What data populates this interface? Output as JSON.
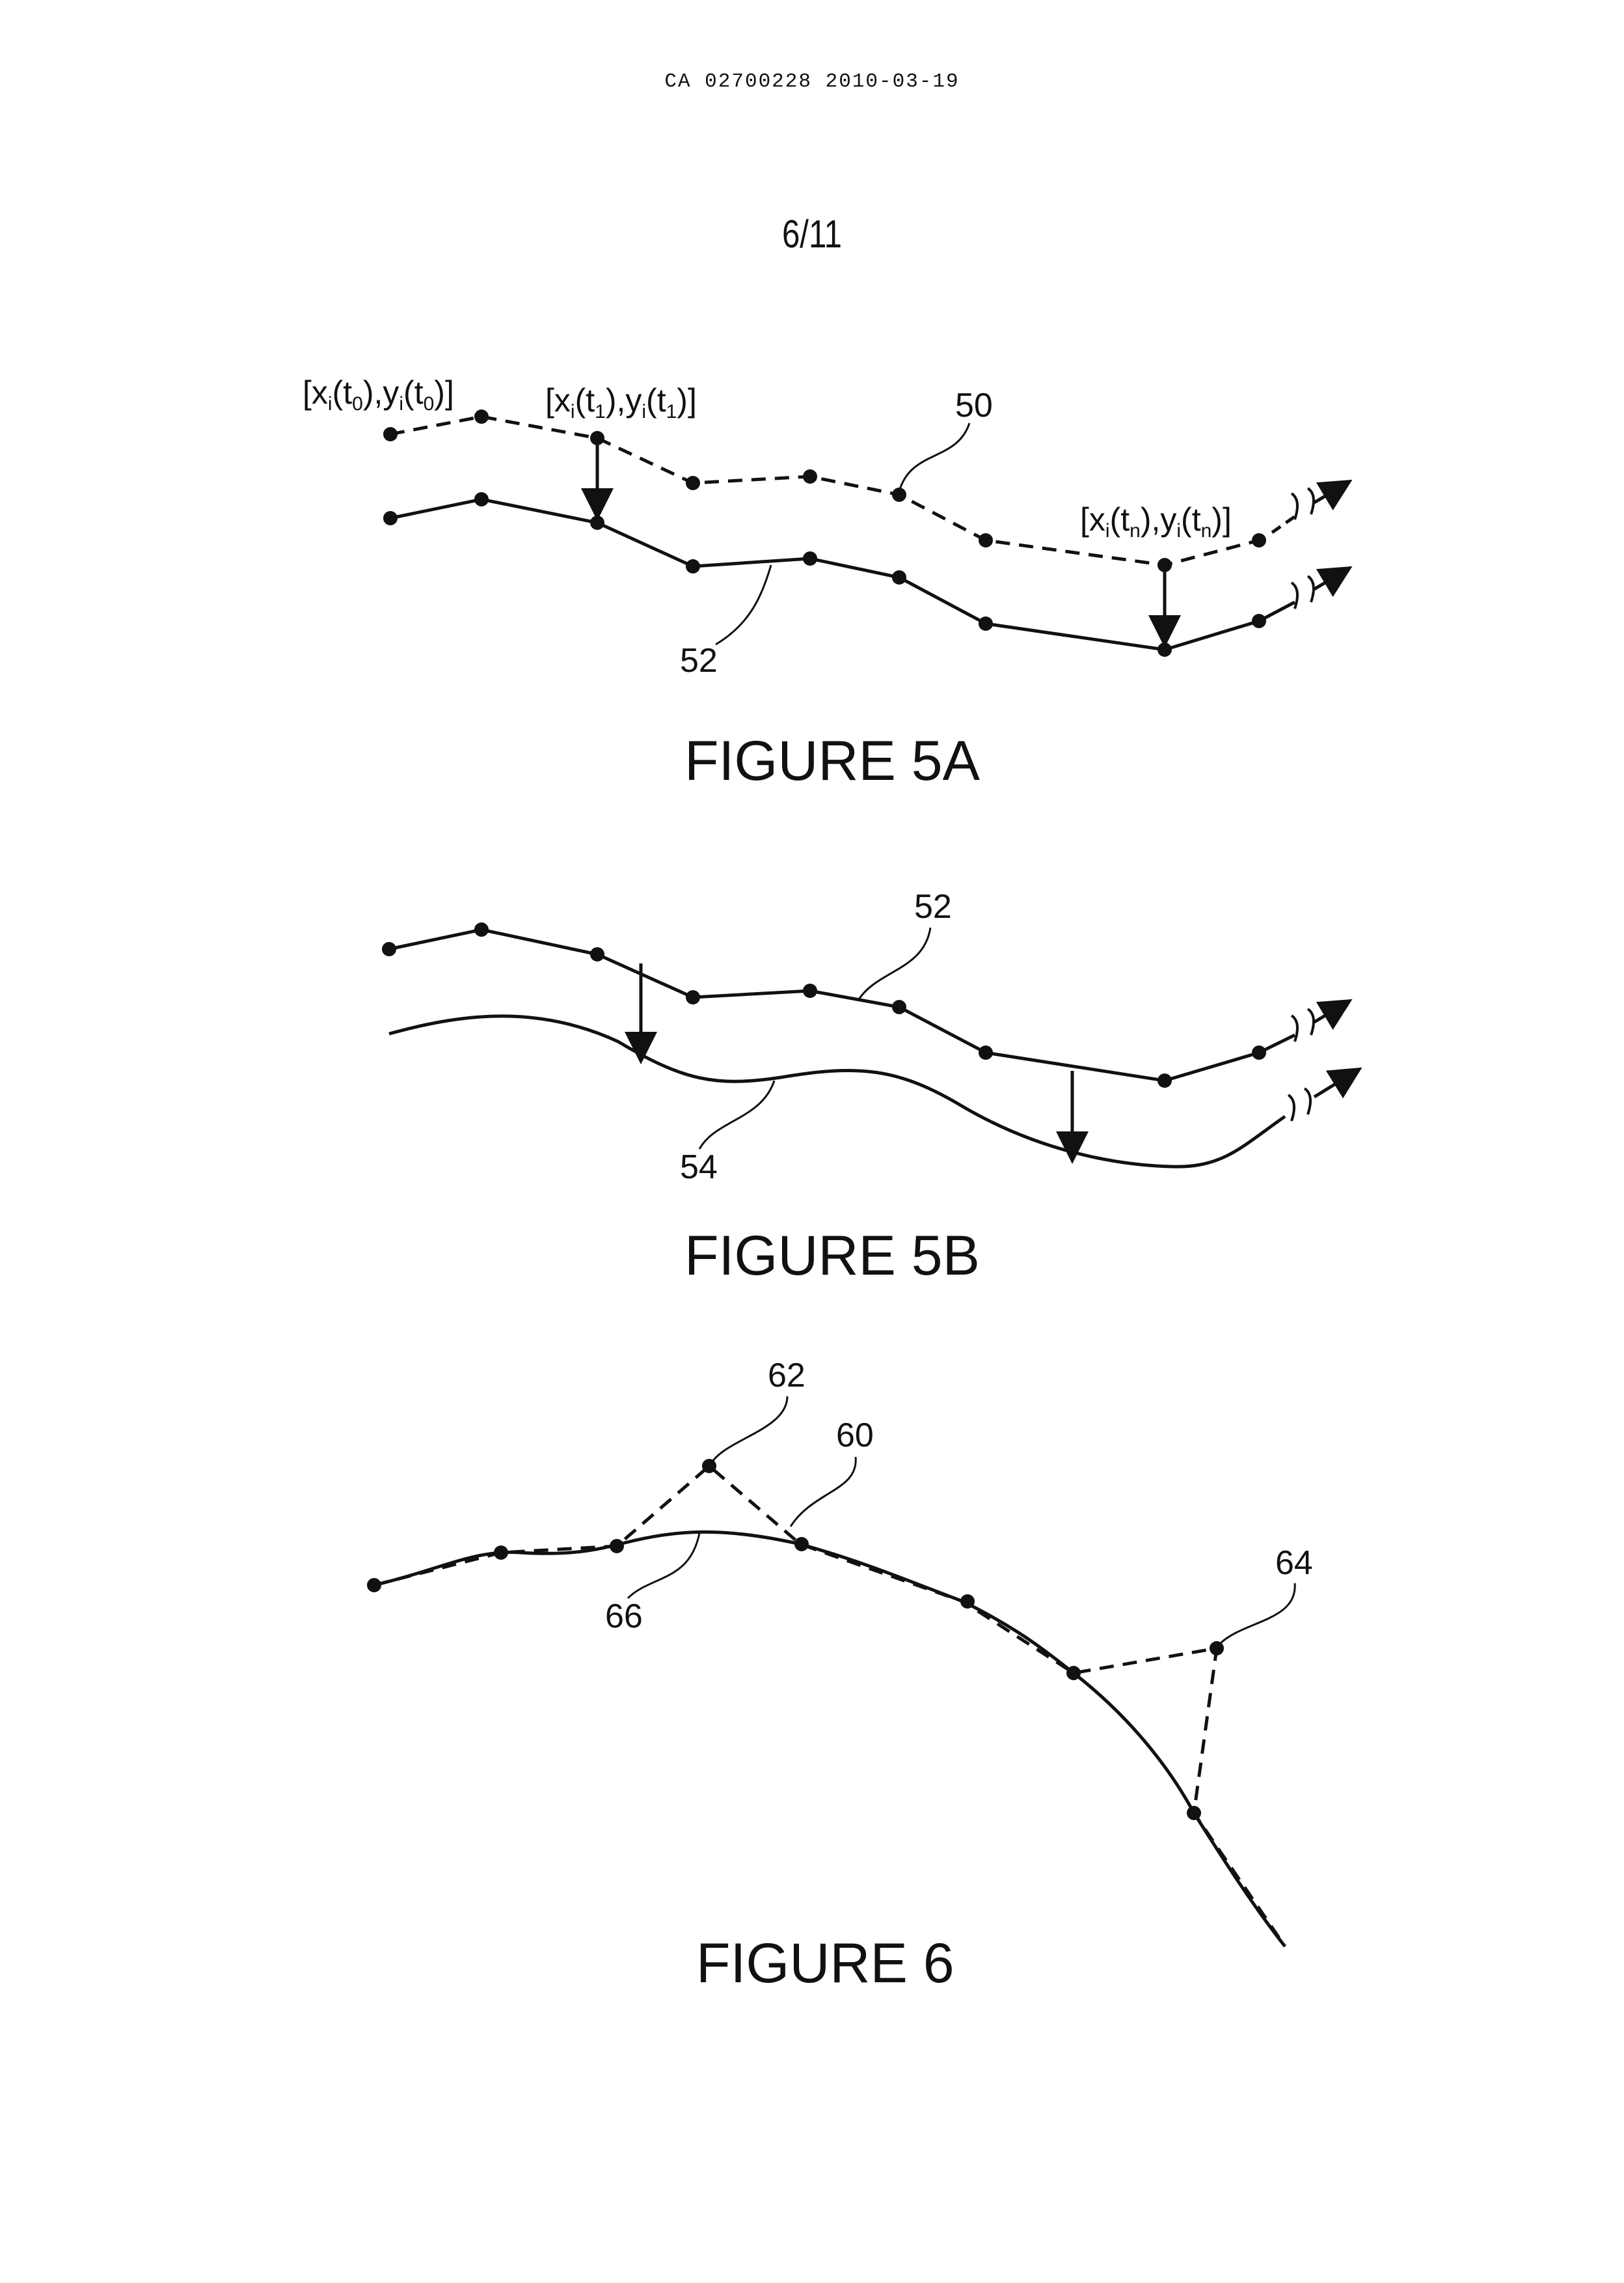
{
  "header": {
    "doc_id": "CA 02700228 2010-03-19",
    "page": "6/11"
  },
  "figure_5a": {
    "caption": "FIGURE 5A",
    "ref_upper": "50",
    "ref_lower": "52",
    "label_t0": {
      "x": "x",
      "i": "i",
      "t": "t",
      "k": "0",
      "y": "y"
    },
    "label_t1": {
      "x": "x",
      "i": "i",
      "t": "t",
      "k": "1",
      "y": "y"
    },
    "label_tn": {
      "x": "x",
      "i": "i",
      "t": "t",
      "k": "n",
      "y": "y"
    }
  },
  "figure_5b": {
    "caption": "FIGURE 5B",
    "ref_upper": "52",
    "ref_lower": "54"
  },
  "figure_6": {
    "caption": "FIGURE 6",
    "ref_62": "62",
    "ref_60": "60",
    "ref_64": "64",
    "ref_66": "66"
  }
}
